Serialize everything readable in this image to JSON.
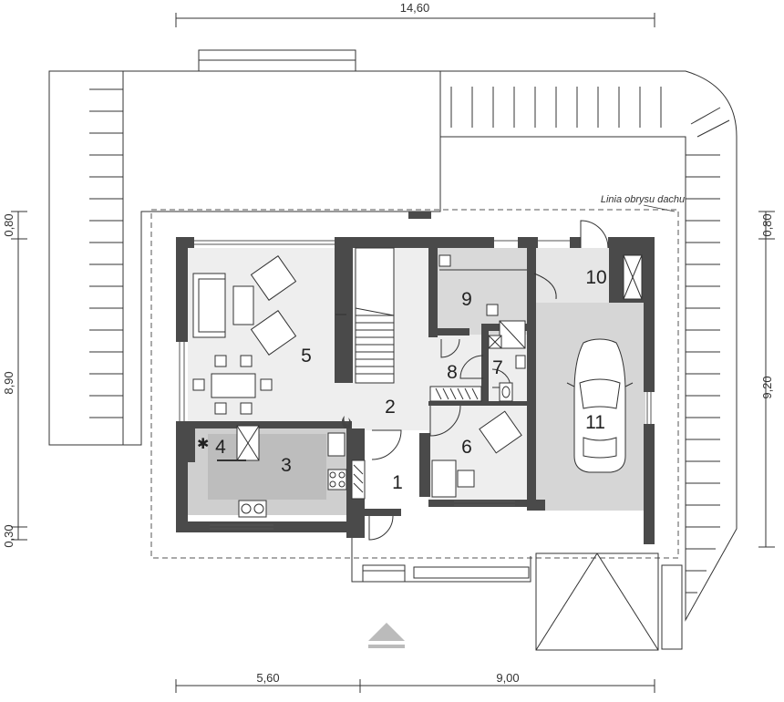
{
  "dimensions": {
    "top_total": "14,60",
    "bottom_left": "5,60",
    "bottom_right": "9,00",
    "left_top": "0,80",
    "left_middle": "8,90",
    "left_bottom": "0,30",
    "right_top": "0,80",
    "right_middle": "9,20"
  },
  "roof_outline_label": "Linia obrysu dachu",
  "rooms": {
    "r1": "1",
    "r2": "2",
    "r3": "3",
    "r4": "4",
    "r5": "5",
    "r6": "6",
    "r7": "7",
    "r8": "8",
    "r9": "9",
    "r10": "10",
    "r11": "11"
  },
  "colors": {
    "wall": "#4a4a4a",
    "living_floor": "#eeeeee",
    "kitchen_floor": "#cfcfcf",
    "garage_floor": "#d6d6d6",
    "north_arrow": "#bbbbbb"
  }
}
